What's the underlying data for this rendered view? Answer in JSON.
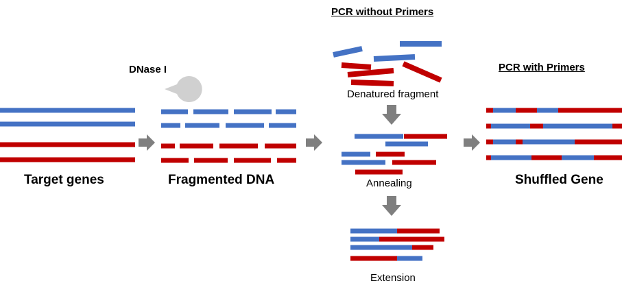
{
  "colors": {
    "blue": "#4472C4",
    "red": "#C00000",
    "arrow": "#7F7F7F",
    "pacman": "#D0D0D0"
  },
  "labels": {
    "target_genes": "Target genes",
    "fragmented_dna": "Fragmented DNA",
    "shuffled_gene": "Shuffled Gene",
    "dnase": "DNase I",
    "pcr_without_primers": "PCR without Primers",
    "pcr_with_primers": "PCR with Primers",
    "denatured_fragment": "Denatured fragment",
    "annealing": "Annealing",
    "extension": "Extension"
  },
  "icons": {
    "pacman": "dnase-pacman-icon",
    "arrow": "process-arrow-icon"
  }
}
